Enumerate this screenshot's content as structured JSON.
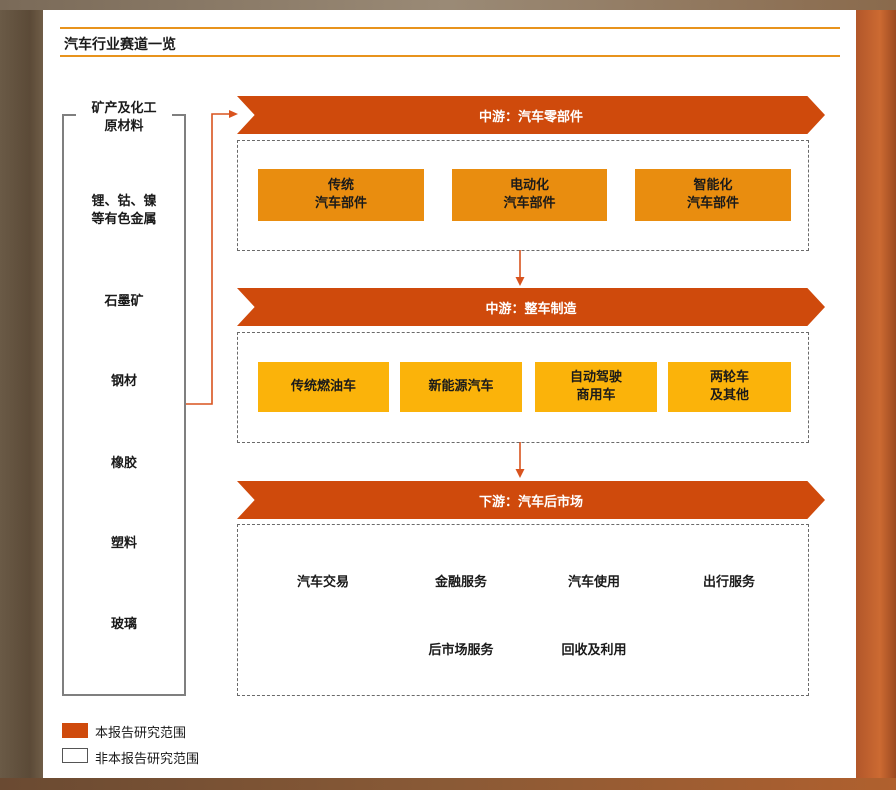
{
  "title": "汽车行业赛道一览",
  "raw_materials": {
    "title": "矿产及化工\n原材料",
    "items": [
      "锂、钴、镍\n等有色金属",
      "石墨矿",
      "钢材",
      "橡胶",
      "塑料",
      "玻璃"
    ]
  },
  "midstream_parts": {
    "label": "中游：汽车零部件",
    "items": [
      "传统\n汽车部件",
      "电动化\n汽车部件",
      "智能化\n汽车部件"
    ]
  },
  "midstream_vehicle": {
    "label": "中游：整车制造",
    "items": [
      "传统燃油车",
      "新能源汽车",
      "自动驾驶\n商用车",
      "两轮车\n及其他"
    ]
  },
  "downstream": {
    "label": "下游：汽车后市场",
    "row1": [
      "汽车交易",
      "金融服务",
      "汽车使用",
      "出行服务"
    ],
    "row2": [
      "后市场服务",
      "回收及利用"
    ]
  },
  "legend": {
    "in_scope": "本报告研究范围",
    "out_scope": "非本报告研究范围"
  },
  "colors": {
    "banner": "#cf4a0c",
    "chip_orange": "#e98d0f",
    "chip_yellow": "#fbb30a",
    "rule_line": "#e8931c",
    "arrow": "#d9531e"
  }
}
